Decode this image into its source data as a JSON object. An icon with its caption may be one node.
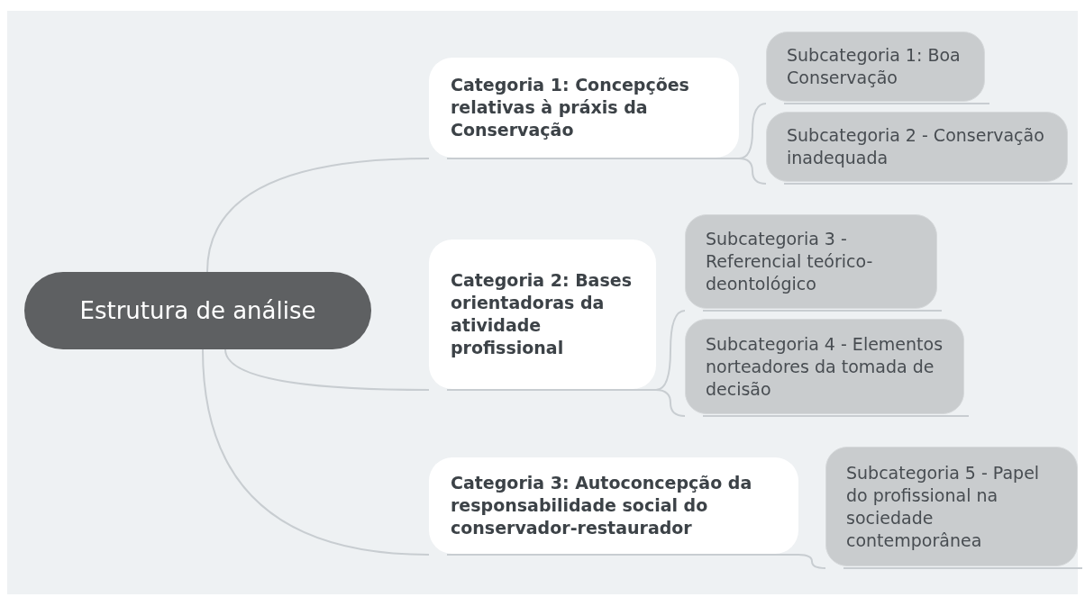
{
  "diagram": {
    "nodes": [
      {
        "text": [
          "Estrutura de análise"
        ]
      },
      {
        "text": [
          "Categoria 1: Concepções relativas à práxis da Conservação"
        ]
      },
      {
        "text": [
          "Subcategoria 1: Boa Conservação"
        ]
      },
      {
        "text": [
          "Subcategoria 2 - Conservação inadequada"
        ]
      },
      {
        "text": [
          "Categoria 2: Bases orientadoras da atividade profissional"
        ]
      },
      {
        "text": [
          "Subcategoria 3 - Referencial teórico-deontológico"
        ]
      },
      {
        "text": [
          "Subcategoria 4 - Elementos norteadores da tomada de decisão"
        ]
      },
      {
        "text": [
          "Categoria 3: Autoconcepção da responsabilidade social do conservador-restaurador"
        ]
      },
      {
        "text": [
          "Subcategoria 5 - Papel do profissional na sociedade contemporânea"
        ]
      }
    ],
    "edges": [
      {
        "from": 0,
        "to": 1,
        "arrow": "none"
      },
      {
        "from": 1,
        "to": 2,
        "arrow": "none"
      },
      {
        "from": 1,
        "to": 3,
        "arrow": "none"
      },
      {
        "from": 0,
        "to": 4,
        "arrow": "none"
      },
      {
        "from": 4,
        "to": 5,
        "arrow": "none"
      },
      {
        "from": 4,
        "to": 6,
        "arrow": "none"
      },
      {
        "from": 0,
        "to": 7,
        "arrow": "none"
      },
      {
        "from": 7,
        "to": 8,
        "arrow": "none"
      }
    ]
  }
}
